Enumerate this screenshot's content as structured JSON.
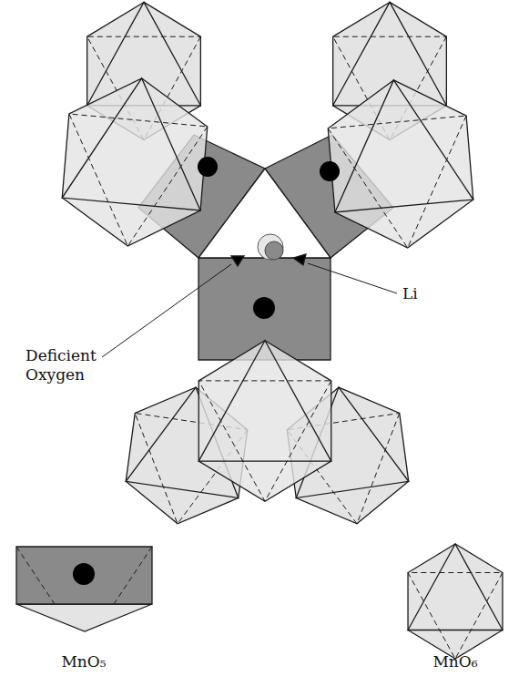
{
  "diagram": {
    "labels": [
      "Deficient Oxygen",
      "Li"
    ],
    "legend": [
      {
        "text": "MnO₅"
      },
      {
        "text": "MnO₆"
      }
    ]
  }
}
